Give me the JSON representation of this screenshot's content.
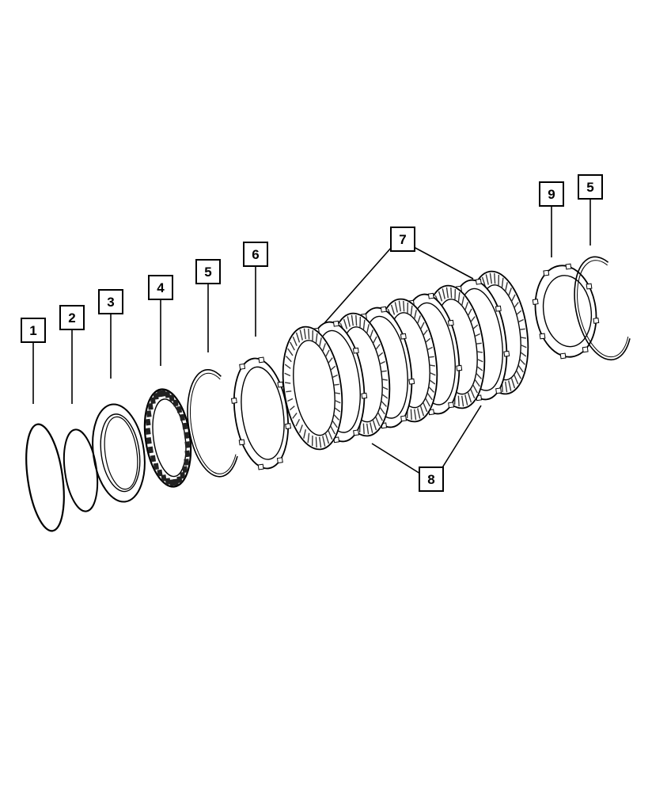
{
  "diagram": {
    "callouts": [
      {
        "id": "c1",
        "label": "1"
      },
      {
        "id": "c2",
        "label": "2"
      },
      {
        "id": "c3",
        "label": "3"
      },
      {
        "id": "c4",
        "label": "4"
      },
      {
        "id": "c5a",
        "label": "5"
      },
      {
        "id": "c6",
        "label": "6"
      },
      {
        "id": "c7",
        "label": "7"
      },
      {
        "id": "c8",
        "label": "8"
      },
      {
        "id": "c9",
        "label": "9"
      },
      {
        "id": "c5b",
        "label": "5"
      }
    ]
  }
}
